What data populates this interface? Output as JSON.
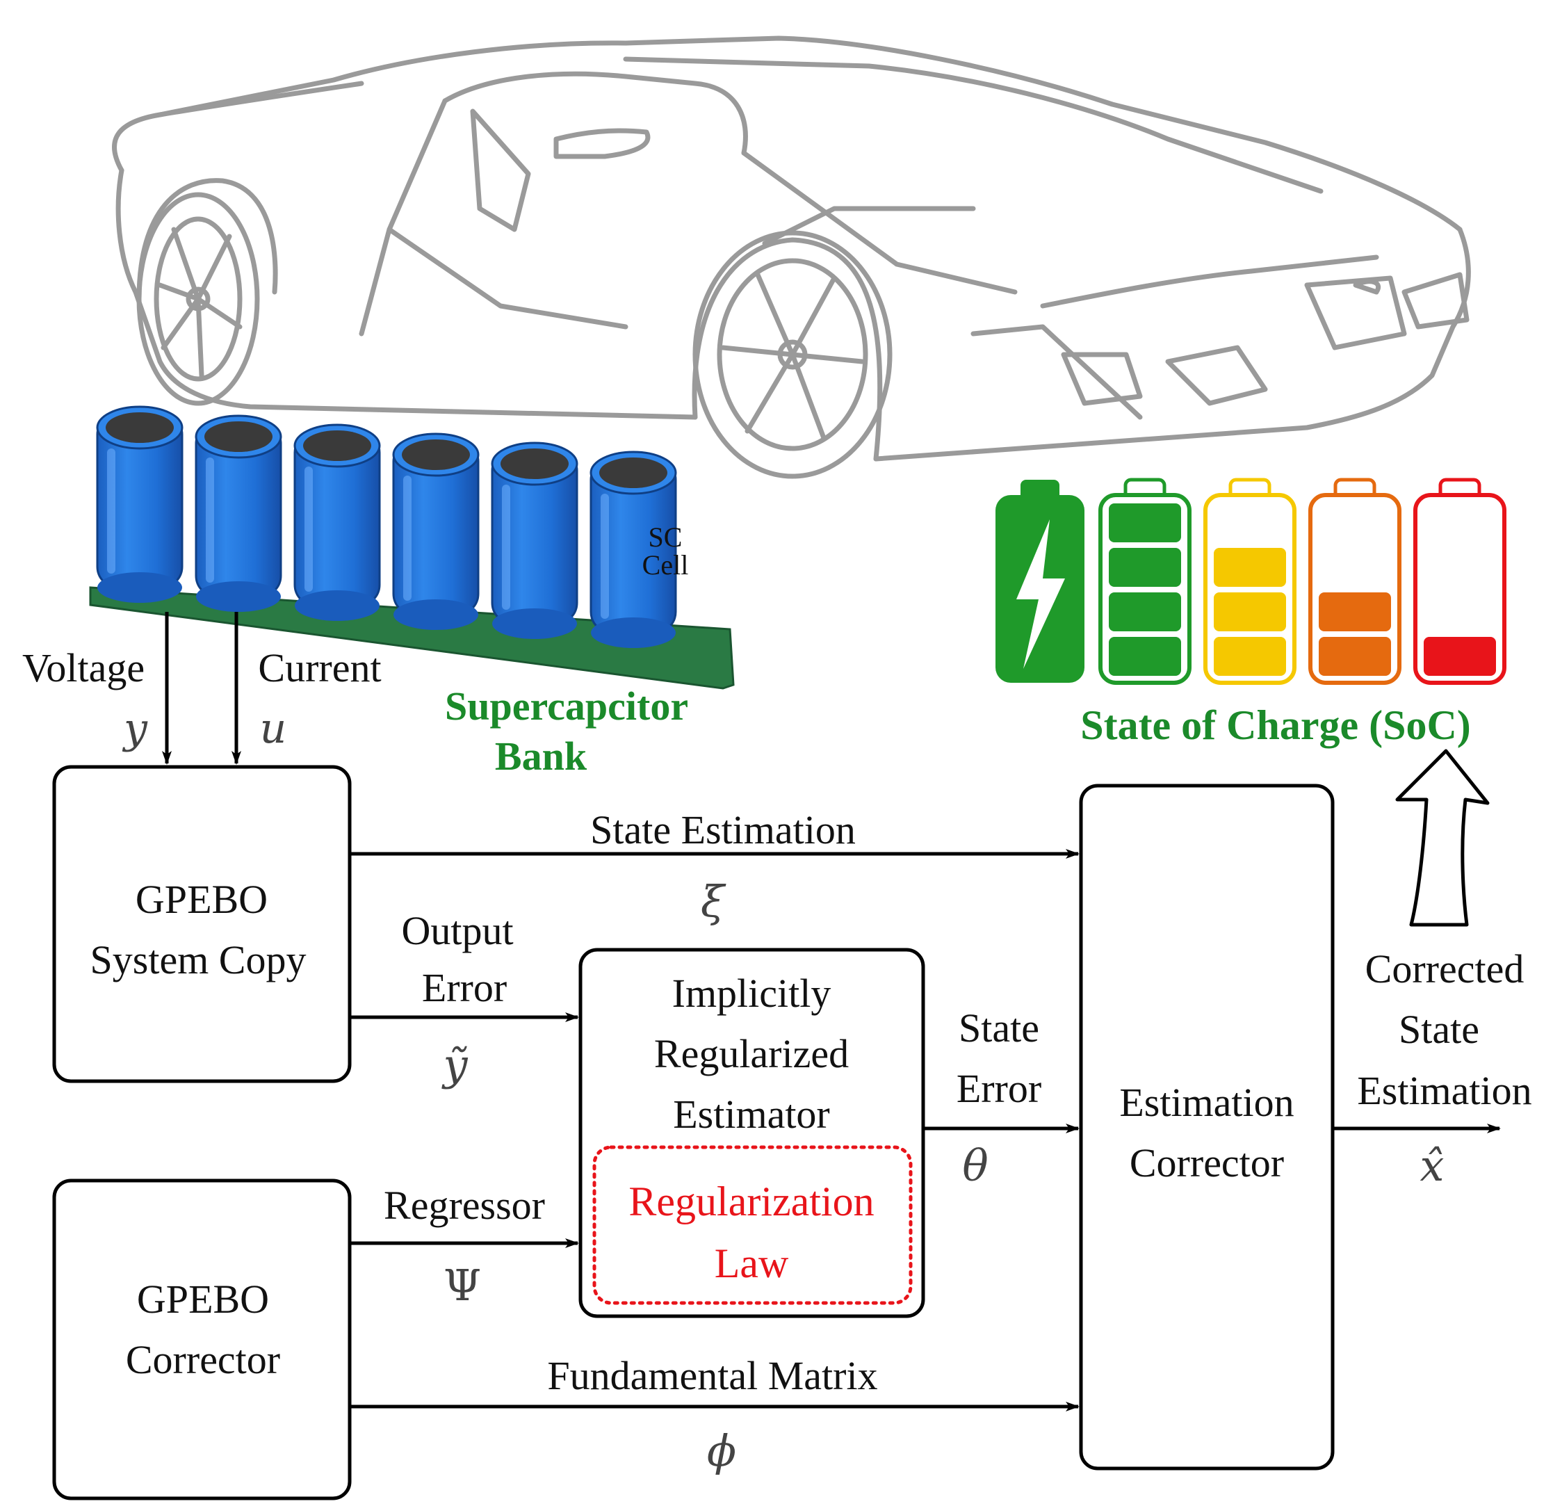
{
  "supercapacitor": {
    "title_line1": "Supercapcitor",
    "title_line2": "Bank",
    "cell_label_line1": "SC",
    "cell_label_line2": "Cell",
    "cell_color": "#1f6fd6",
    "cell_count": 6
  },
  "inputs": {
    "voltage_label": "Voltage",
    "voltage_symbol": "y",
    "current_label": "Current",
    "current_symbol": "u"
  },
  "soc": {
    "label": "State of Charge (SoC)",
    "batteries": [
      {
        "color": "#1f9a2a",
        "level": "charging",
        "icon": "lightning-bolt-icon"
      },
      {
        "color": "#1f9a2a",
        "level": 4
      },
      {
        "color": "#f5c800",
        "level": 3
      },
      {
        "color": "#e56a0f",
        "level": 2
      },
      {
        "color": "#e8141a",
        "level": 1
      }
    ]
  },
  "blocks": {
    "system_copy_line1": "GPEBO",
    "system_copy_line2": "System Copy",
    "corrector_line1": "GPEBO",
    "corrector_line2": "Corrector",
    "estimator_line1": "Implicitly",
    "estimator_line2": "Regularized",
    "estimator_line3": "Estimator",
    "reg_law_line1": "Regularization",
    "reg_law_line2": "Law",
    "est_corrector_line1": "Estimation",
    "est_corrector_line2": "Corrector"
  },
  "signals": {
    "state_estimation": "State Estimation",
    "xi": "ξ",
    "output_error_line1": "Output",
    "output_error_line2": "Error",
    "y_tilde": "ỹ",
    "regressor": "Regressor",
    "psi": "Ψ",
    "fundamental_matrix": "Fundamental Matrix",
    "phi": "ϕ",
    "state_error_line1": "State",
    "state_error_line2": "Error",
    "theta": "θ",
    "corrected_line1": "Corrected",
    "corrected_line2": "State",
    "corrected_line3": "Estimation",
    "x_hat": "x̂"
  }
}
